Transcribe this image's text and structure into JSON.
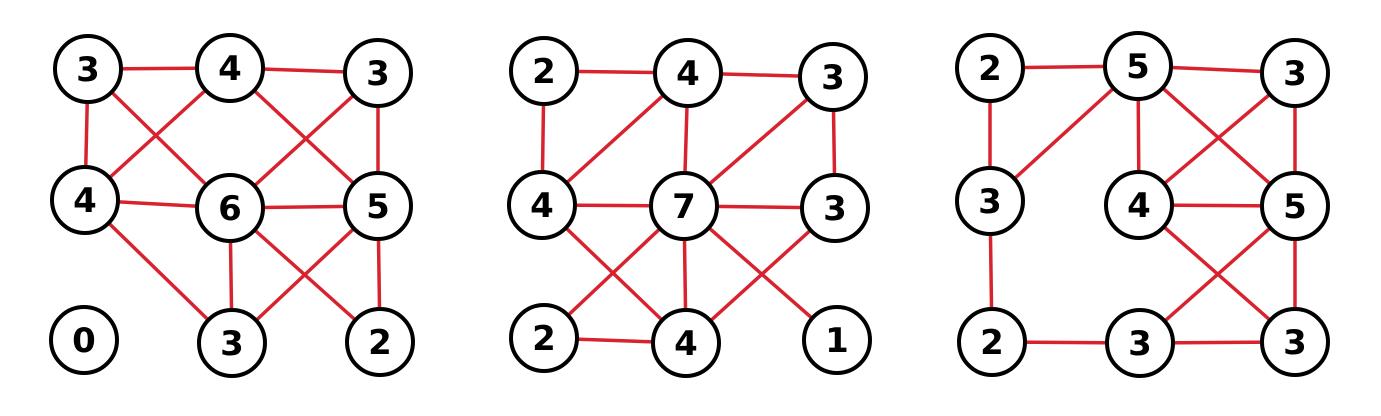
{
  "colors": {
    "edge": "#d8232f",
    "node_border": "#000000",
    "node_fill": "#ffffff",
    "text": "#000000"
  },
  "graphs": [
    {
      "nodes": [
        {
          "id": "a1",
          "label": "3"
        },
        {
          "id": "a2",
          "label": "4"
        },
        {
          "id": "a3",
          "label": "3"
        },
        {
          "id": "a4",
          "label": "4"
        },
        {
          "id": "a5",
          "label": "6"
        },
        {
          "id": "a6",
          "label": "5"
        },
        {
          "id": "a7",
          "label": "0"
        },
        {
          "id": "a8",
          "label": "3"
        },
        {
          "id": "a9",
          "label": "2"
        }
      ],
      "edges": [
        [
          "a1",
          "a2"
        ],
        [
          "a2",
          "a3"
        ],
        [
          "a1",
          "a4"
        ],
        [
          "a1",
          "a5"
        ],
        [
          "a2",
          "a4"
        ],
        [
          "a2",
          "a6"
        ],
        [
          "a3",
          "a5"
        ],
        [
          "a3",
          "a6"
        ],
        [
          "a4",
          "a5"
        ],
        [
          "a5",
          "a6"
        ],
        [
          "a4",
          "a8"
        ],
        [
          "a5",
          "a8"
        ],
        [
          "a5",
          "a9"
        ],
        [
          "a6",
          "a8"
        ],
        [
          "a6",
          "a9"
        ]
      ]
    },
    {
      "nodes": [
        {
          "id": "b1",
          "label": "2"
        },
        {
          "id": "b2",
          "label": "4"
        },
        {
          "id": "b3",
          "label": "3"
        },
        {
          "id": "b4",
          "label": "4"
        },
        {
          "id": "b5",
          "label": "7"
        },
        {
          "id": "b6",
          "label": "3"
        },
        {
          "id": "b7",
          "label": "2"
        },
        {
          "id": "b8",
          "label": "4"
        },
        {
          "id": "b9",
          "label": "1"
        }
      ],
      "edges": [
        [
          "b1",
          "b2"
        ],
        [
          "b2",
          "b3"
        ],
        [
          "b1",
          "b4"
        ],
        [
          "b2",
          "b4"
        ],
        [
          "b2",
          "b5"
        ],
        [
          "b3",
          "b5"
        ],
        [
          "b3",
          "b6"
        ],
        [
          "b4",
          "b5"
        ],
        [
          "b5",
          "b6"
        ],
        [
          "b4",
          "b8"
        ],
        [
          "b5",
          "b7"
        ],
        [
          "b5",
          "b8"
        ],
        [
          "b5",
          "b9"
        ],
        [
          "b6",
          "b8"
        ],
        [
          "b7",
          "b8"
        ]
      ]
    },
    {
      "nodes": [
        {
          "id": "c1",
          "label": "2"
        },
        {
          "id": "c2",
          "label": "5"
        },
        {
          "id": "c3",
          "label": "3"
        },
        {
          "id": "c4",
          "label": "3"
        },
        {
          "id": "c5",
          "label": "4"
        },
        {
          "id": "c6",
          "label": "5"
        },
        {
          "id": "c7",
          "label": "2"
        },
        {
          "id": "c8",
          "label": "3"
        },
        {
          "id": "c9",
          "label": "3"
        }
      ],
      "edges": [
        [
          "c1",
          "c2"
        ],
        [
          "c2",
          "c3"
        ],
        [
          "c1",
          "c4"
        ],
        [
          "c2",
          "c4"
        ],
        [
          "c2",
          "c5"
        ],
        [
          "c2",
          "c6"
        ],
        [
          "c3",
          "c5"
        ],
        [
          "c3",
          "c6"
        ],
        [
          "c5",
          "c6"
        ],
        [
          "c4",
          "c7"
        ],
        [
          "c5",
          "c9"
        ],
        [
          "c6",
          "c8"
        ],
        [
          "c6",
          "c9"
        ],
        [
          "c7",
          "c8"
        ],
        [
          "c8",
          "c9"
        ]
      ]
    }
  ]
}
